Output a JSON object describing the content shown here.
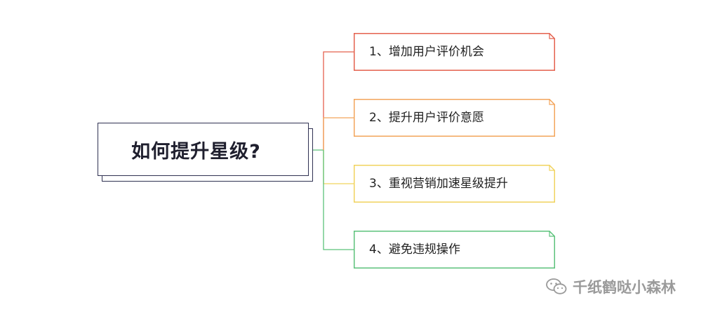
{
  "root": {
    "label": "如何提升星级?"
  },
  "branches": [
    {
      "label": "1、增加用户评价机会",
      "color": "#e4614e"
    },
    {
      "label": "2、提升用户评价意愿",
      "color": "#f3a55b"
    },
    {
      "label": "3、重视营销加速星级提升",
      "color": "#f1d35e"
    },
    {
      "label": "4、避免违规操作",
      "color": "#5cc27b"
    }
  ],
  "watermark": {
    "icon": "wechat-icon",
    "text": "千纸鹤哒小森林"
  }
}
